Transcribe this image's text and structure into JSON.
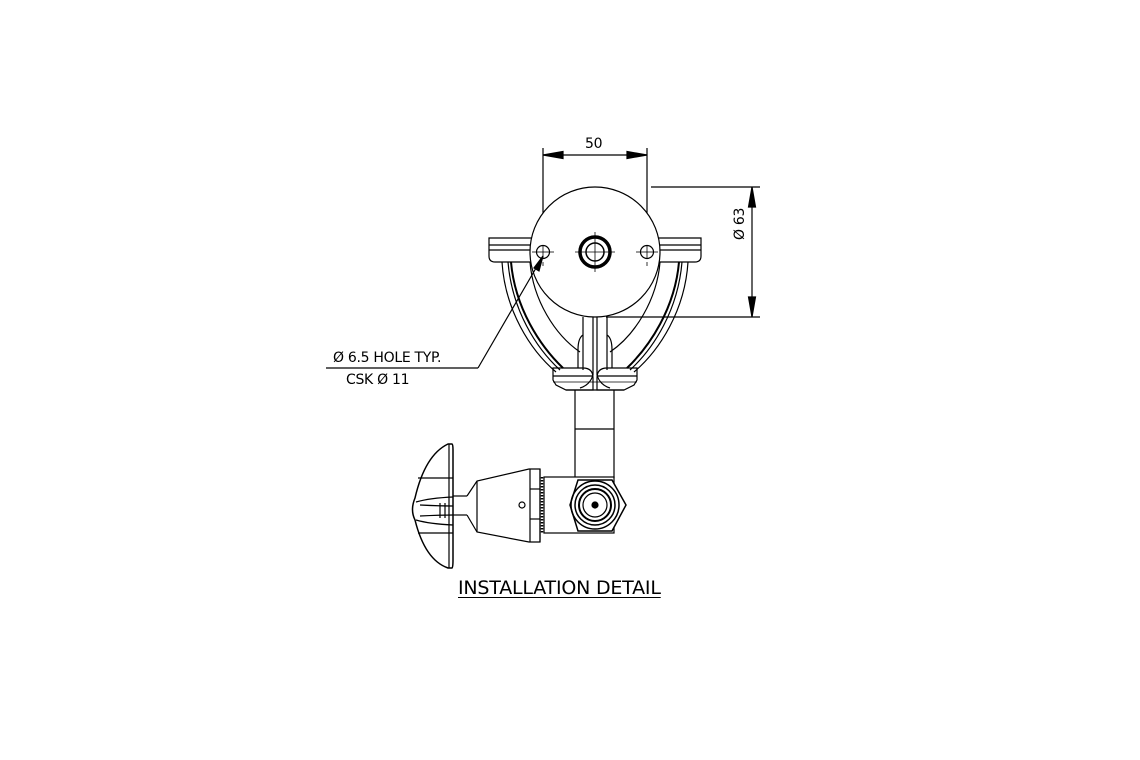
{
  "drawing": {
    "title": "INSTALLATION DETAIL",
    "dimensions": {
      "hole_spacing": "50",
      "plate_diameter": "Ø 63"
    },
    "notes": {
      "hole": "Ø 6.5 HOLE TYP.",
      "countersink": "CSK  Ø 11"
    },
    "colors": {
      "line": "#000000",
      "background": "#ffffff"
    }
  }
}
